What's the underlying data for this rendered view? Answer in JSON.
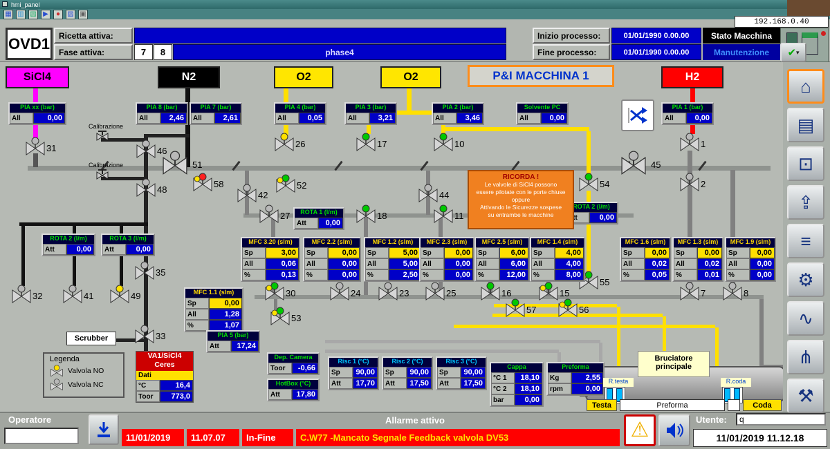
{
  "colors": {
    "accent_orange": "#ff8c1a",
    "field_blue": "#0000c8",
    "alarm_red": "#ff0000",
    "value_yellow": "#ffe000",
    "ok_green": "#00c800",
    "sicl4_magenta": "#ff00ff"
  },
  "window": {
    "title": "hmi_panel",
    "ip": "192.168.0.40",
    "toolbar_icons": [
      {
        "id": "project"
      },
      {
        "id": "new"
      },
      {
        "id": "save"
      },
      {
        "id": "run"
      },
      {
        "id": "stop"
      },
      {
        "id": "grid"
      },
      {
        "id": "info"
      }
    ]
  },
  "header": {
    "unit": "OVD1",
    "ricetta_label": "Ricetta attiva:",
    "ricetta_value": "",
    "fase_label": "Fase attiva:",
    "fase_step1": "7",
    "fase_step2": "8",
    "fase_value": "phase4",
    "inizio_label": "Inizio processo:",
    "inizio_value": "01/01/1990 0.00.00",
    "fine_label": "Fine processo:",
    "fine_value": "01/01/1990 0.00.00",
    "stato_label": "Stato Macchina",
    "stato_value": "Manutenzione"
  },
  "sidebar": {
    "buttons": [
      {
        "id": "home"
      },
      {
        "id": "archive"
      },
      {
        "id": "crop"
      },
      {
        "id": "export"
      },
      {
        "id": "tuning"
      },
      {
        "id": "setup"
      },
      {
        "id": "trends"
      },
      {
        "id": "topology"
      },
      {
        "id": "service"
      }
    ]
  },
  "diagram": {
    "title": "P&I MACCHINA 1",
    "gas_headers": [
      {
        "id": "sicl4",
        "label": "SiCl4",
        "bg": "#ff00ff",
        "fg": "#000000"
      },
      {
        "id": "n2",
        "label": "N2",
        "bg": "#000000",
        "fg": "#ffffff"
      },
      {
        "id": "o2a",
        "label": "O2",
        "bg": "#ffe600",
        "fg": "#000000"
      },
      {
        "id": "o2b",
        "label": "O2",
        "bg": "#ffe600",
        "fg": "#000000"
      },
      {
        "id": "h2",
        "label": "H2",
        "bg": "#ff0000",
        "fg": "#ffffff"
      }
    ],
    "calibrazione_label": "Calibrazione",
    "scrubber_label": "Scrubber",
    "legend": {
      "title": "Legenda",
      "items": [
        {
          "label": "Valvola NO",
          "state": "no"
        },
        {
          "label": "Valvola NC",
          "state": "nc"
        }
      ]
    },
    "notice": {
      "title": "RICORDA !",
      "lines": [
        "Le valvole di SiCl4 possono",
        "essere pilotate con le porte chiuse",
        "oppure",
        "Attivando le Sicurezze sospese",
        "su entrambe le macchine"
      ]
    },
    "valves": [
      {
        "id": "31",
        "state": "nc"
      },
      {
        "id": "46",
        "state": "nc"
      },
      {
        "id": "51",
        "state": "nc",
        "big": true
      },
      {
        "id": "58",
        "state": "alarm"
      },
      {
        "id": "48",
        "state": "nc"
      },
      {
        "id": "42",
        "state": "nc"
      },
      {
        "id": "26",
        "state": "no"
      },
      {
        "id": "52",
        "state": "open_no"
      },
      {
        "id": "27",
        "state": "nc"
      },
      {
        "id": "17",
        "state": "open"
      },
      {
        "id": "18",
        "state": "open"
      },
      {
        "id": "10",
        "state": "open"
      },
      {
        "id": "44",
        "state": "nc"
      },
      {
        "id": "11",
        "state": "open"
      },
      {
        "id": "54",
        "state": "open"
      },
      {
        "id": "45",
        "state": "nc",
        "big": true
      },
      {
        "id": "1",
        "state": "nc"
      },
      {
        "id": "2",
        "state": "nc"
      },
      {
        "id": "32",
        "state": "nc"
      },
      {
        "id": "41",
        "state": "nc"
      },
      {
        "id": "49",
        "state": "no"
      },
      {
        "id": "35",
        "state": "nc"
      },
      {
        "id": "30",
        "state": "open_no"
      },
      {
        "id": "53",
        "state": "open_no"
      },
      {
        "id": "24",
        "state": "nc"
      },
      {
        "id": "23",
        "state": "nc"
      },
      {
        "id": "25",
        "state": "nc"
      },
      {
        "id": "16",
        "state": "open"
      },
      {
        "id": "15",
        "state": "open_no"
      },
      {
        "id": "55",
        "state": "open_no"
      },
      {
        "id": "57",
        "state": "open"
      },
      {
        "id": "56",
        "state": "open_no"
      },
      {
        "id": "7",
        "state": "nc"
      },
      {
        "id": "8",
        "state": "nc"
      },
      {
        "id": "33",
        "state": "nc"
      }
    ],
    "instruments": [
      {
        "id": "pia-xx",
        "title": "PIA xx (bar)",
        "tc": "g",
        "rows": [
          {
            "l": "All",
            "v": "0,00",
            "vb": "b"
          }
        ]
      },
      {
        "id": "pia-8",
        "title": "PIA 8 (bar)",
        "tc": "g",
        "rows": [
          {
            "l": "All",
            "v": "2,46",
            "vb": "b"
          }
        ]
      },
      {
        "id": "pia-7",
        "title": "PIA 7 (bar)",
        "tc": "g",
        "rows": [
          {
            "l": "All",
            "v": "2,61",
            "vb": "b"
          }
        ]
      },
      {
        "id": "pia-4",
        "title": "PIA 4 (bar)",
        "tc": "g",
        "rows": [
          {
            "l": "All",
            "v": "0,05",
            "vb": "b"
          }
        ]
      },
      {
        "id": "pia-3",
        "title": "PIA 3 (bar)",
        "tc": "g",
        "rows": [
          {
            "l": "All",
            "v": "3,21",
            "vb": "b"
          }
        ]
      },
      {
        "id": "pia-2",
        "title": "PIA 2 (bar)",
        "tc": "g",
        "rows": [
          {
            "l": "All",
            "v": "3,46",
            "vb": "b"
          }
        ]
      },
      {
        "id": "solvente",
        "title": "Solvente PC",
        "tc": "g",
        "rows": [
          {
            "l": "All",
            "v": "0,00",
            "vb": "b"
          }
        ]
      },
      {
        "id": "pia-1",
        "title": "PIA 1 (bar)",
        "tc": "g",
        "rows": [
          {
            "l": "All",
            "v": "0,00",
            "vb": "b"
          }
        ]
      },
      {
        "id": "rota-2-left",
        "title": "ROTA 2 (l/m)",
        "tc": "g",
        "rows": [
          {
            "l": "Att",
            "v": "0,00",
            "vb": "b"
          }
        ]
      },
      {
        "id": "rota-3",
        "title": "ROTA 3 (l/m)",
        "tc": "g",
        "rows": [
          {
            "l": "Att",
            "v": "0,00",
            "vb": "b"
          }
        ]
      },
      {
        "id": "rota-1",
        "title": "ROTA 1 (l/m)",
        "tc": "g",
        "rows": [
          {
            "l": "Att",
            "v": "0,00",
            "vb": "b"
          }
        ]
      },
      {
        "id": "rota-2-right",
        "title": "ROTA 2 (l/m)",
        "tc": "g",
        "rows": [
          {
            "l": "Att",
            "v": "0,00",
            "vb": "b"
          }
        ]
      },
      {
        "id": "mfc-3-20",
        "title": "MFC 3.20 (slm)",
        "tc": "y",
        "rows": [
          {
            "l": "Sp",
            "v": "3,00",
            "vb": "y"
          },
          {
            "l": "All",
            "v": "0,06",
            "vb": "b"
          },
          {
            "l": "%",
            "v": "0,13",
            "vb": "b"
          }
        ]
      },
      {
        "id": "mfc-2-2",
        "title": "MFC 2.2 (slm)",
        "tc": "y",
        "rows": [
          {
            "l": "Sp",
            "v": "0,00",
            "vb": "y"
          },
          {
            "l": "All",
            "v": "0,00",
            "vb": "b"
          },
          {
            "l": "%",
            "v": "0,00",
            "vb": "b"
          }
        ]
      },
      {
        "id": "mfc-1-2",
        "title": "MFC 1.2 (slm)",
        "tc": "y",
        "rows": [
          {
            "l": "Sp",
            "v": "5,00",
            "vb": "y"
          },
          {
            "l": "All",
            "v": "5,00",
            "vb": "b"
          },
          {
            "l": "%",
            "v": "2,50",
            "vb": "b"
          }
        ]
      },
      {
        "id": "mfc-2-3",
        "title": "MFC 2.3 (slm)",
        "tc": "y",
        "rows": [
          {
            "l": "Sp",
            "v": "0,00",
            "vb": "y"
          },
          {
            "l": "All",
            "v": "0,00",
            "vb": "b"
          },
          {
            "l": "%",
            "v": "0,00",
            "vb": "b"
          }
        ]
      },
      {
        "id": "mfc-2-5",
        "title": "MFC 2.5 (slm)",
        "tc": "y",
        "rows": [
          {
            "l": "Sp",
            "v": "6,00",
            "vb": "y"
          },
          {
            "l": "All",
            "v": "6,00",
            "vb": "b"
          },
          {
            "l": "%",
            "v": "12,00",
            "vb": "b"
          }
        ]
      },
      {
        "id": "mfc-1-4",
        "title": "MFC 1.4 (slm)",
        "tc": "y",
        "rows": [
          {
            "l": "Sp",
            "v": "4,00",
            "vb": "y"
          },
          {
            "l": "All",
            "v": "4,00",
            "vb": "b"
          },
          {
            "l": "%",
            "v": "8,00",
            "vb": "b"
          }
        ]
      },
      {
        "id": "mfc-1-6",
        "title": "MFC 1.6 (slm)",
        "tc": "y",
        "rows": [
          {
            "l": "Sp",
            "v": "0,00",
            "vb": "y"
          },
          {
            "l": "All",
            "v": "0,02",
            "vb": "b"
          },
          {
            "l": "%",
            "v": "0,05",
            "vb": "b"
          }
        ]
      },
      {
        "id": "mfc-1-3",
        "title": "MFC 1.3 (slm)",
        "tc": "y",
        "rows": [
          {
            "l": "Sp",
            "v": "0,00",
            "vb": "y"
          },
          {
            "l": "All",
            "v": "0,02",
            "vb": "b"
          },
          {
            "l": "%",
            "v": "0,01",
            "vb": "b"
          }
        ]
      },
      {
        "id": "mfc-1-9",
        "title": "MFC 1.9 (slm)",
        "tc": "y",
        "rows": [
          {
            "l": "Sp",
            "v": "0,00",
            "vb": "y"
          },
          {
            "l": "All",
            "v": "0,00",
            "vb": "b"
          },
          {
            "l": "%",
            "v": "0,00",
            "vb": "b"
          }
        ]
      },
      {
        "id": "mfc-1-1",
        "title": "MFC 1.1 (slm)",
        "tc": "y",
        "rows": [
          {
            "l": "Sp",
            "v": "0,00",
            "vb": "y"
          },
          {
            "l": "All",
            "v": "1,28",
            "vb": "b"
          },
          {
            "l": "%",
            "v": "1,07",
            "vb": "b"
          }
        ]
      },
      {
        "id": "pia-5",
        "title": "PIA 5 (bar)",
        "tc": "g",
        "rows": [
          {
            "l": "Att",
            "v": "17,24",
            "vb": "b"
          }
        ]
      },
      {
        "id": "dep-camera",
        "title": "Dep. Camera",
        "tc": "g",
        "rows": [
          {
            "l": "Toor",
            "v": "-0,66",
            "vb": "b"
          }
        ]
      },
      {
        "id": "hotbox",
        "title": "HotBox (°C)",
        "tc": "g",
        "rows": [
          {
            "l": "Att",
            "v": "17,80",
            "vb": "b"
          }
        ]
      },
      {
        "id": "risc-1",
        "title": "Risc 1 (°C)",
        "tc": "c",
        "rows": [
          {
            "l": "Sp",
            "v": "90,00",
            "vb": "b"
          },
          {
            "l": "Att",
            "v": "17,70",
            "vb": "b"
          }
        ]
      },
      {
        "id": "risc-2",
        "title": "Risc 2 (°C)",
        "tc": "c",
        "rows": [
          {
            "l": "Sp",
            "v": "90,00",
            "vb": "b"
          },
          {
            "l": "Att",
            "v": "17,50",
            "vb": "b"
          }
        ]
      },
      {
        "id": "risc-3",
        "title": "Risc 3 (°C)",
        "tc": "c",
        "rows": [
          {
            "l": "Sp",
            "v": "90,00",
            "vb": "b"
          },
          {
            "l": "Att",
            "v": "17,50",
            "vb": "b"
          }
        ]
      },
      {
        "id": "cappa",
        "title": "Cappa",
        "tc": "g",
        "rows": [
          {
            "l": "°C 1",
            "v": "18,10",
            "vb": "b"
          },
          {
            "l": "°C 2",
            "v": "18,10",
            "vb": "b"
          },
          {
            "l": "bar",
            "v": "0,00",
            "vb": "b"
          }
        ]
      },
      {
        "id": "preforma",
        "title": "Preforma",
        "tc": "g",
        "rows": [
          {
            "l": "Kg",
            "v": "2,55",
            "vb": "b"
          },
          {
            "l": "rpm",
            "v": "0,00",
            "vb": "b"
          }
        ]
      }
    ],
    "va1": {
      "line1": "VA1/SiCl4",
      "line2": "Ceres",
      "dati": "Dati",
      "rows": [
        {
          "l": "°C",
          "v": "16,4"
        },
        {
          "l": "Toor",
          "v": "773,0"
        }
      ]
    },
    "furnace": {
      "burner_line1": "Bruciatore",
      "burner_line2": "principale",
      "r_testa": "R.testa",
      "r_coda": "R.coda",
      "testa": "Testa",
      "preforma": "Preforma",
      "coda": "Coda"
    }
  },
  "footer": {
    "operatore": "Operatore",
    "alarm_active": "Allarme attivo",
    "utente_label": "Utente:",
    "utente_value": "q",
    "alarm_date": "11/01/2019",
    "alarm_time": "11.07.07",
    "alarm_state": "In-Fine",
    "alarm_message": "C.W77 -Mancato Segnale Feedback valvola DV53",
    "datetime": "11/01/2019 11.12.18"
  }
}
